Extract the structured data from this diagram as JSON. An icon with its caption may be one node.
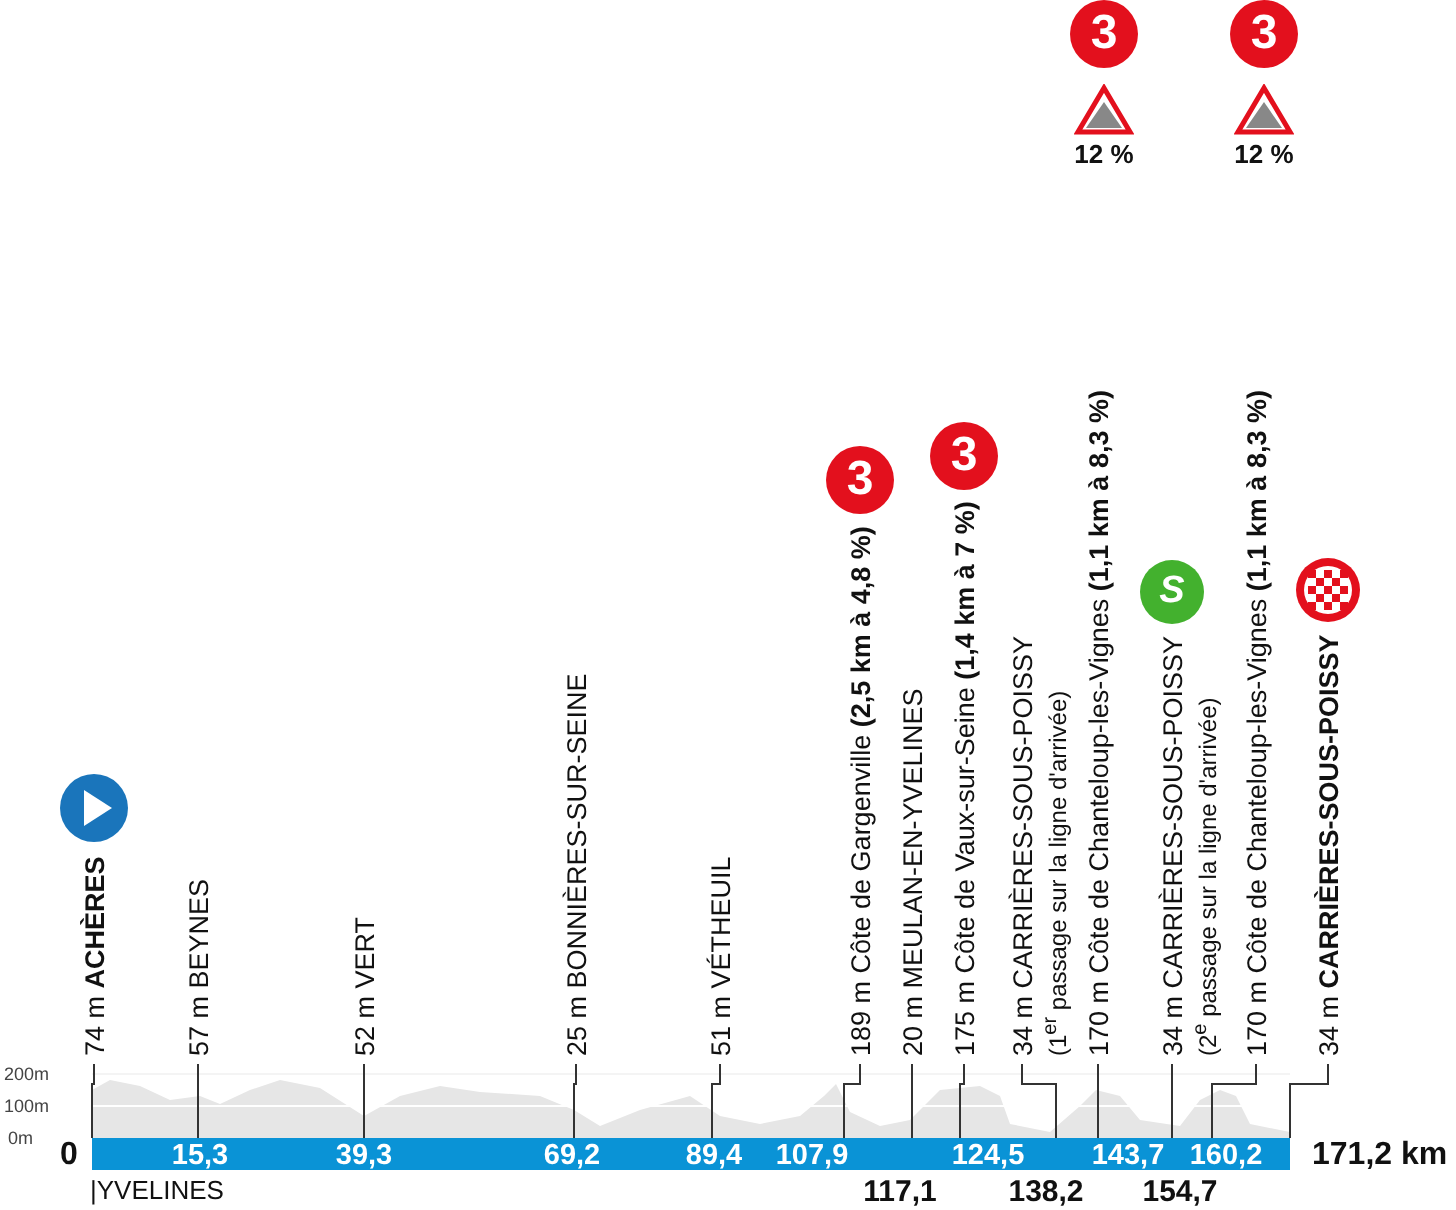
{
  "diagram": {
    "labels": [
      "3",
      "3",
      "12 %",
      "12 %",
      "3",
      "3",
      "S",
      "74 m **ACHÈRES**",
      "57 m BEYNES",
      "52 m VERT",
      "25 m BONNIÈRES-SUR-SEINE",
      "51 m VÉTHEUIL",
      "189 m Côte de Gargenville **(2,5 km à 4,8 %)**",
      "20 m MEULAN-EN-YVELINES",
      "175 m Côte de Vaux-sur-Seine **(1,4 km à 7 %)**",
      "34 m CARRIÈRES-SOUS-POISSY",
      "(1$^{er}$ passage sur la ligne d'arrivée)",
      "170 m Côte de Chanteloup-les-Vignes **(1,1 km à 8,3 %)**",
      "34 m CARRIÈRES-SOUS-POISSY",
      "(2$^{e}$ passage sur la ligne d'arrivée)",
      "170 m Côte de Chanteloup-les-Vignes **(1,1 km à 8,3 %)**",
      "34 m **CARRIÈRES-SOUS-POISSY**",
      "200m",
      "100m",
      "0m",
      "0",
      "15,3",
      "39,3",
      "69,2",
      "89,4",
      "107,9",
      "124,5",
      "143,7",
      "160,2",
      "171,2 km",
      "|YVELINES",
      "117,1",
      "138,2",
      "154,7"
    ]
  }
}
